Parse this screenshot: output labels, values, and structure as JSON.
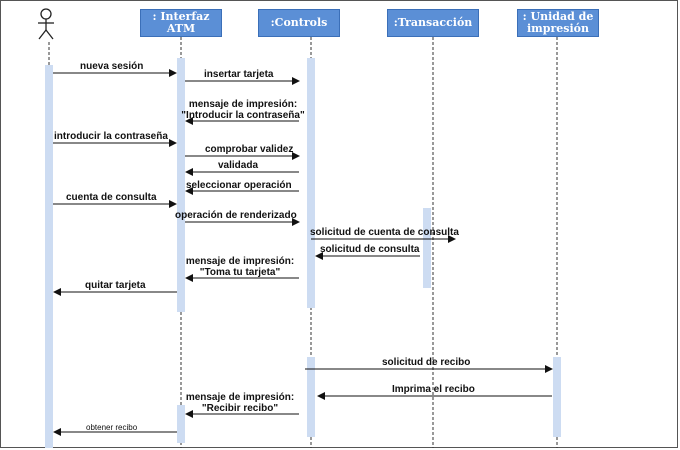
{
  "participants": [
    {
      "id": "actor",
      "label": ""
    },
    {
      "id": "atm",
      "label": ": Interfaz ATM"
    },
    {
      "id": "controls",
      "label": ":Controls"
    },
    {
      "id": "transaccion",
      "label": ":Transacción"
    },
    {
      "id": "impresion",
      "label": ": Unidad de impresión"
    }
  ],
  "messages": [
    {
      "text": "nueva sesión",
      "from": "actor",
      "to": "atm"
    },
    {
      "text": "insertar tarjeta",
      "from": "atm",
      "to": "controls"
    },
    {
      "text": "mensaje de impresión:\n\"Introducir la contraseña\"",
      "from": "controls",
      "to": "atm"
    },
    {
      "text": "introducir la contraseña",
      "from": "actor",
      "to": "atm"
    },
    {
      "text": "comprobar validez",
      "from": "atm",
      "to": "controls"
    },
    {
      "text": "validada",
      "from": "controls",
      "to": "atm"
    },
    {
      "text": "seleccionar operación",
      "from": "controls",
      "to": "atm"
    },
    {
      "text": "cuenta de consulta",
      "from": "actor",
      "to": "atm"
    },
    {
      "text": "operación de renderizado",
      "from": "atm",
      "to": "controls"
    },
    {
      "text": "solicitud de cuenta de consulta",
      "from": "controls",
      "to": "transaccion"
    },
    {
      "text": "solicitud de consulta",
      "from": "transaccion",
      "to": "controls"
    },
    {
      "text": "mensaje de impresión:\n\"Toma tu tarjeta\"",
      "from": "controls",
      "to": "atm"
    },
    {
      "text": "quitar tarjeta",
      "from": "atm",
      "to": "actor"
    },
    {
      "text": "solicitud de recibo",
      "from": "controls",
      "to": "impresion"
    },
    {
      "text": "Imprima el recibo",
      "from": "impresion",
      "to": "controls"
    },
    {
      "text": "mensaje de impresión:\n\"Recibir recibo\"",
      "from": "controls",
      "to": "atm"
    },
    {
      "text": "obtener recibo",
      "from": "atm",
      "to": "actor"
    }
  ],
  "colors": {
    "header_fill": "#5b8fd6",
    "activation_fill": "#cddcf2",
    "arrow": "#111111",
    "lifeline": "#333333"
  }
}
